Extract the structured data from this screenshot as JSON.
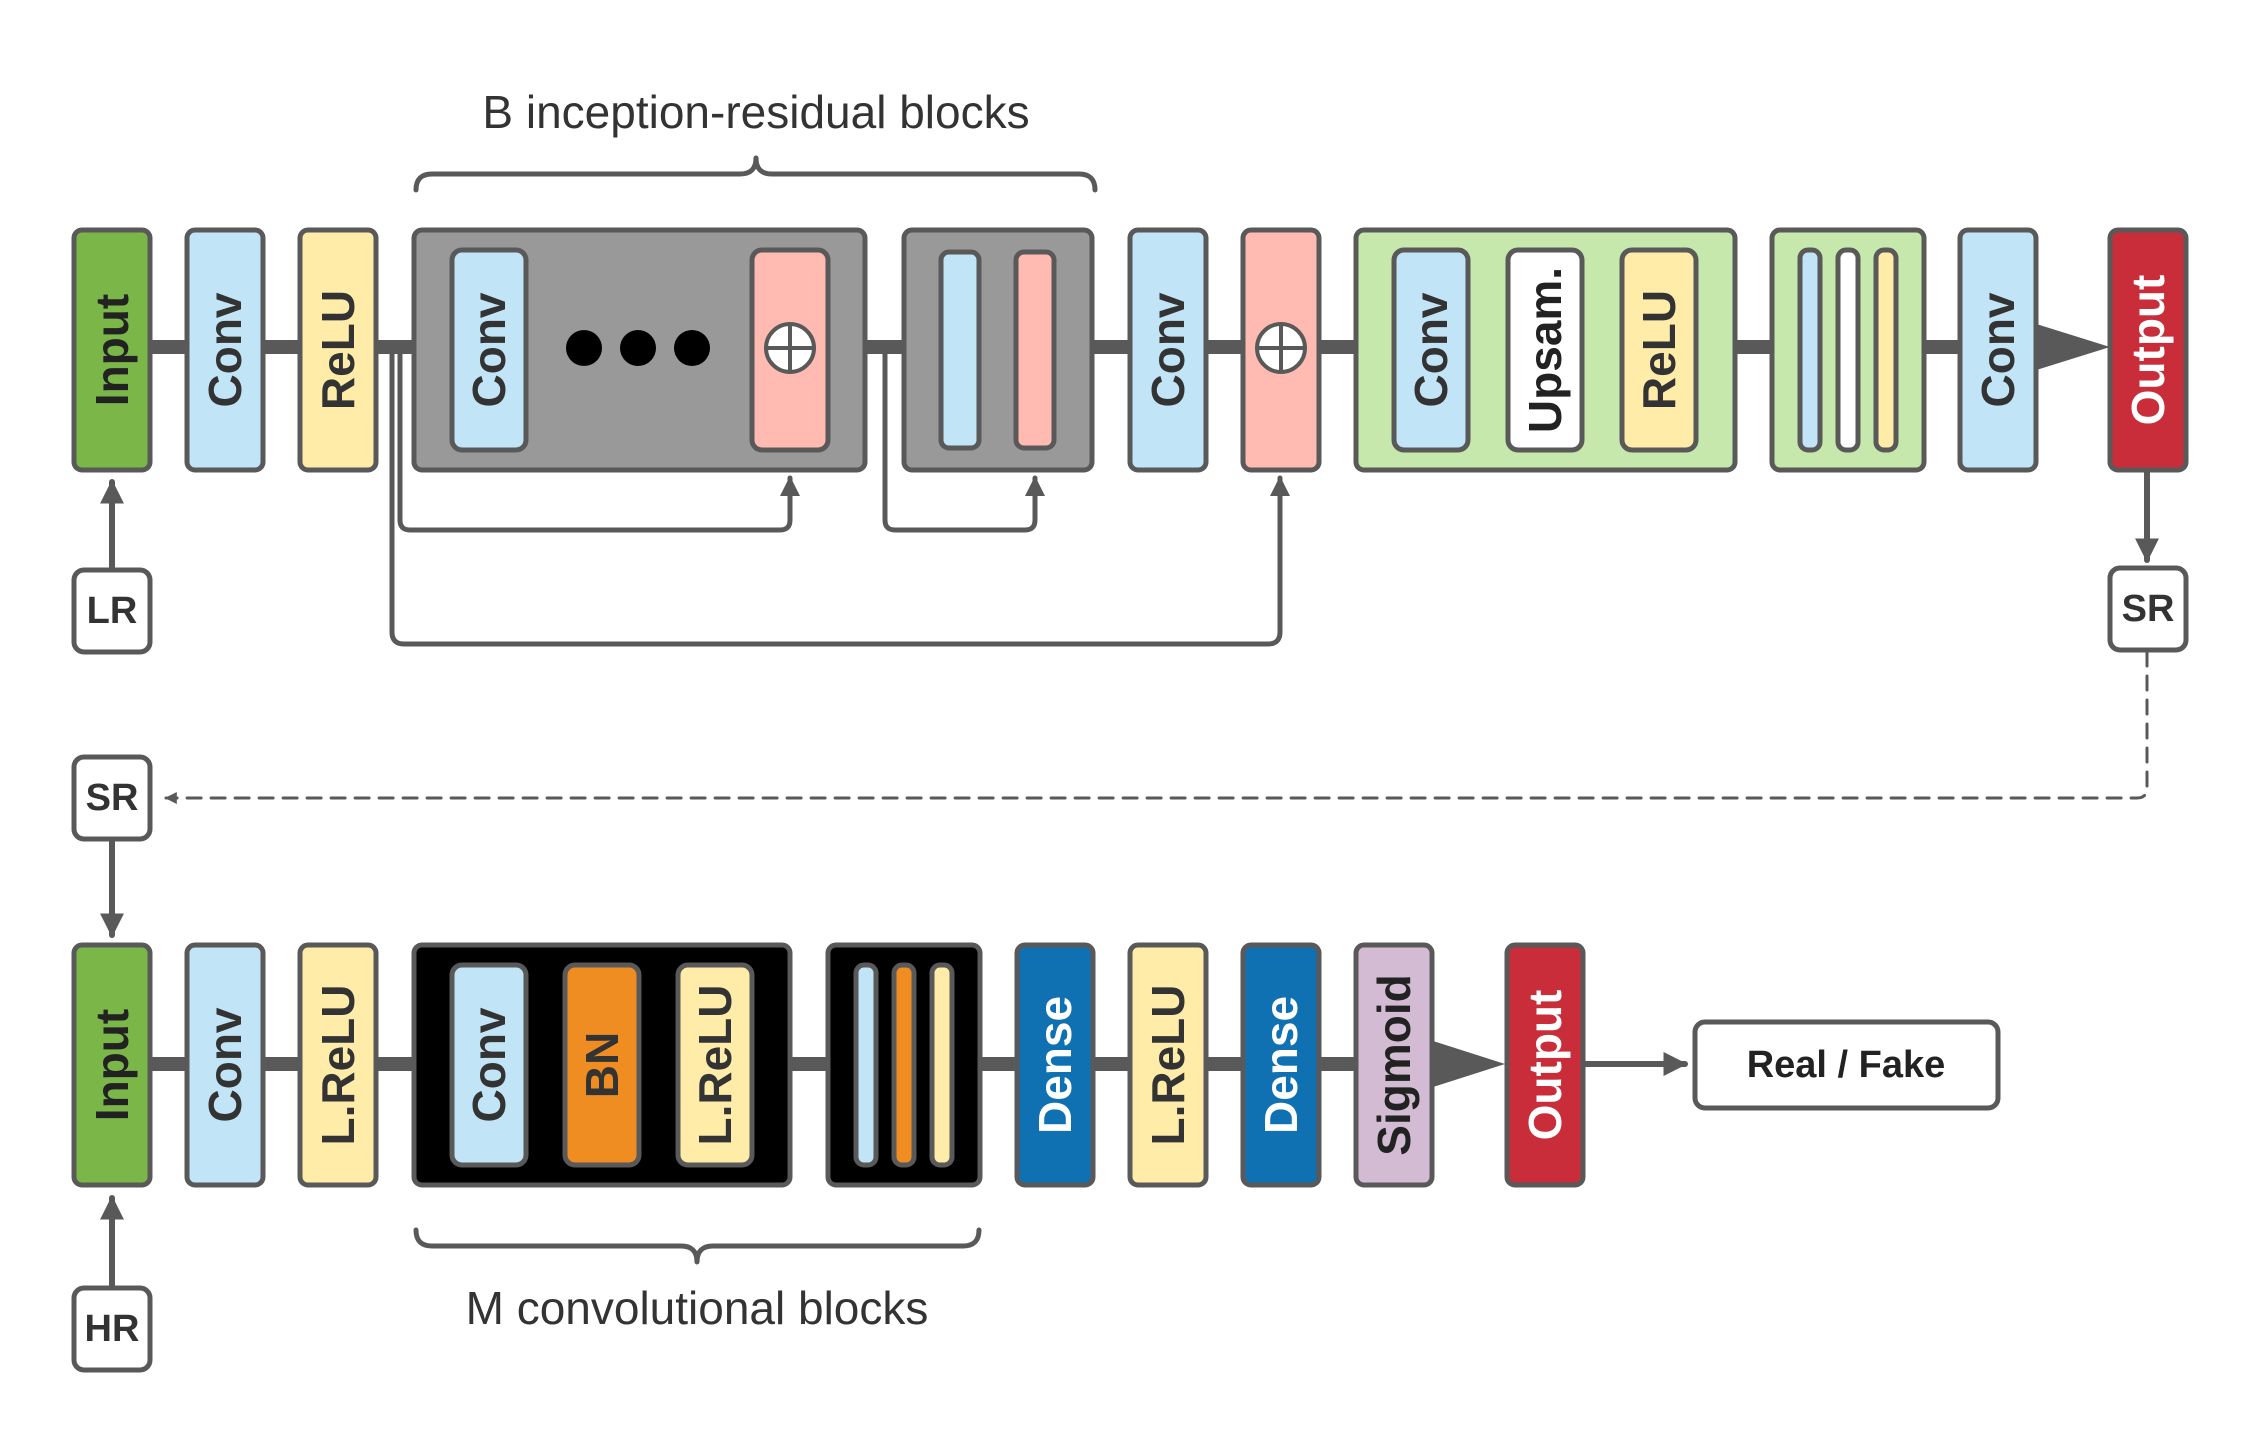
{
  "colors": {
    "input": "#7ab648",
    "conv": "#c1e4f7",
    "relu": "#ffeca9",
    "add": "#ffbbb1",
    "block_gray": "#999999",
    "upsample_group": "#c7e8ac",
    "output": "#c92d39",
    "dense": "#1071b2",
    "sigmoid": "#d3bbd4",
    "bn": "#ef8d22",
    "block_black": "#000000",
    "wire": "#595959"
  },
  "generator": {
    "brace_caption": "B inception-residual blocks",
    "input_label": "Input",
    "conv1_label": "Conv",
    "relu1_label": "ReLU",
    "block_conv_label": "Conv",
    "ellipsis": "●●●",
    "add_symbol": "⊕",
    "conv2_label": "Conv",
    "up_conv_label": "Conv",
    "up_upsam_label": "Upsam.",
    "up_relu_label": "ReLU",
    "conv3_label": "Conv",
    "output_label": "Output",
    "lr_label": "LR",
    "sr_label": "SR"
  },
  "discriminator": {
    "brace_caption": "M convolutional blocks",
    "sr_label": "SR",
    "hr_label": "HR",
    "input_label": "Input",
    "conv1_label": "Conv",
    "lrelu1_label": "L.ReLU",
    "block_conv_label": "Conv",
    "block_bn_label": "BN",
    "block_lrelu_label": "L.ReLU",
    "dense1_label": "Dense",
    "lrelu2_label": "L.ReLU",
    "dense2_label": "Dense",
    "sigmoid_label": "Sigmoid",
    "output_label": "Output",
    "result_label": "Real / Fake"
  }
}
